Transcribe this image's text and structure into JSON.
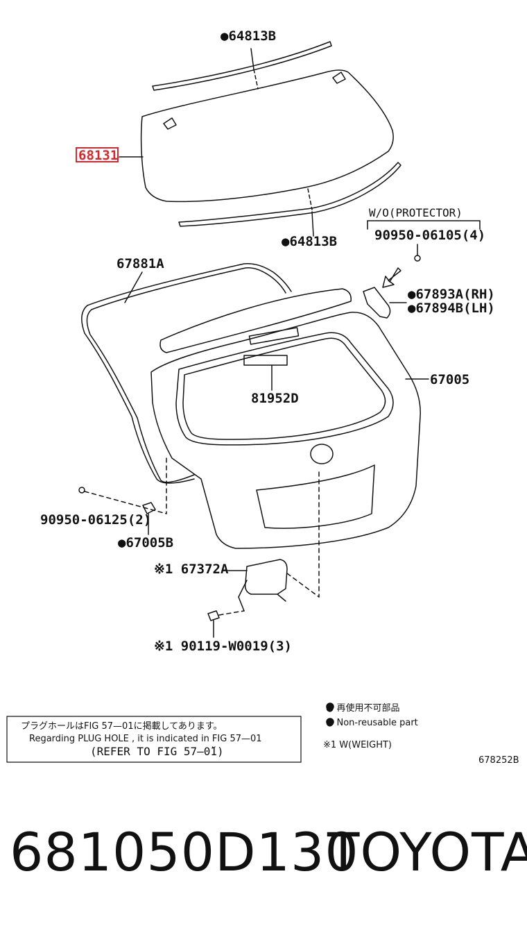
{
  "diagram": {
    "highlight_color": "#d9262c",
    "parts": {
      "glass": "68131",
      "moulding_upper": "●64813B",
      "moulding_lower": "●64813B",
      "weatherstrip": "67881A",
      "door_assy": "67005",
      "cover": "81952D",
      "clip_upper_rh": "●67893A(RH)",
      "clip_upper_lh": "●67894B(LH)",
      "screw_protector": "90950-06105(4)",
      "screw_side": "90950-06125(2)",
      "cushion": "●67005B",
      "weight": "※1 67372A",
      "bolt": "※1 90119-W0019(3)"
    },
    "protector_note": "W/O(PROTECTOR)",
    "refer_box": {
      "line_jp": "プラグホールはFIG 57—01に掲載してあります。",
      "line_en": "Regarding PLUG HOLE , it is indicated in FIG 57—01",
      "line_ref": "(REFER TO FIG 57–0̆1)"
    },
    "legend": {
      "jp": "● 再使用不可部品",
      "en": "● Non‐reusable part",
      "weight_note": "※1 W(WEIGHT)"
    },
    "figure_code": "678252B"
  },
  "footer": {
    "part_number": "681050D130",
    "brand": "TOYOTA"
  }
}
